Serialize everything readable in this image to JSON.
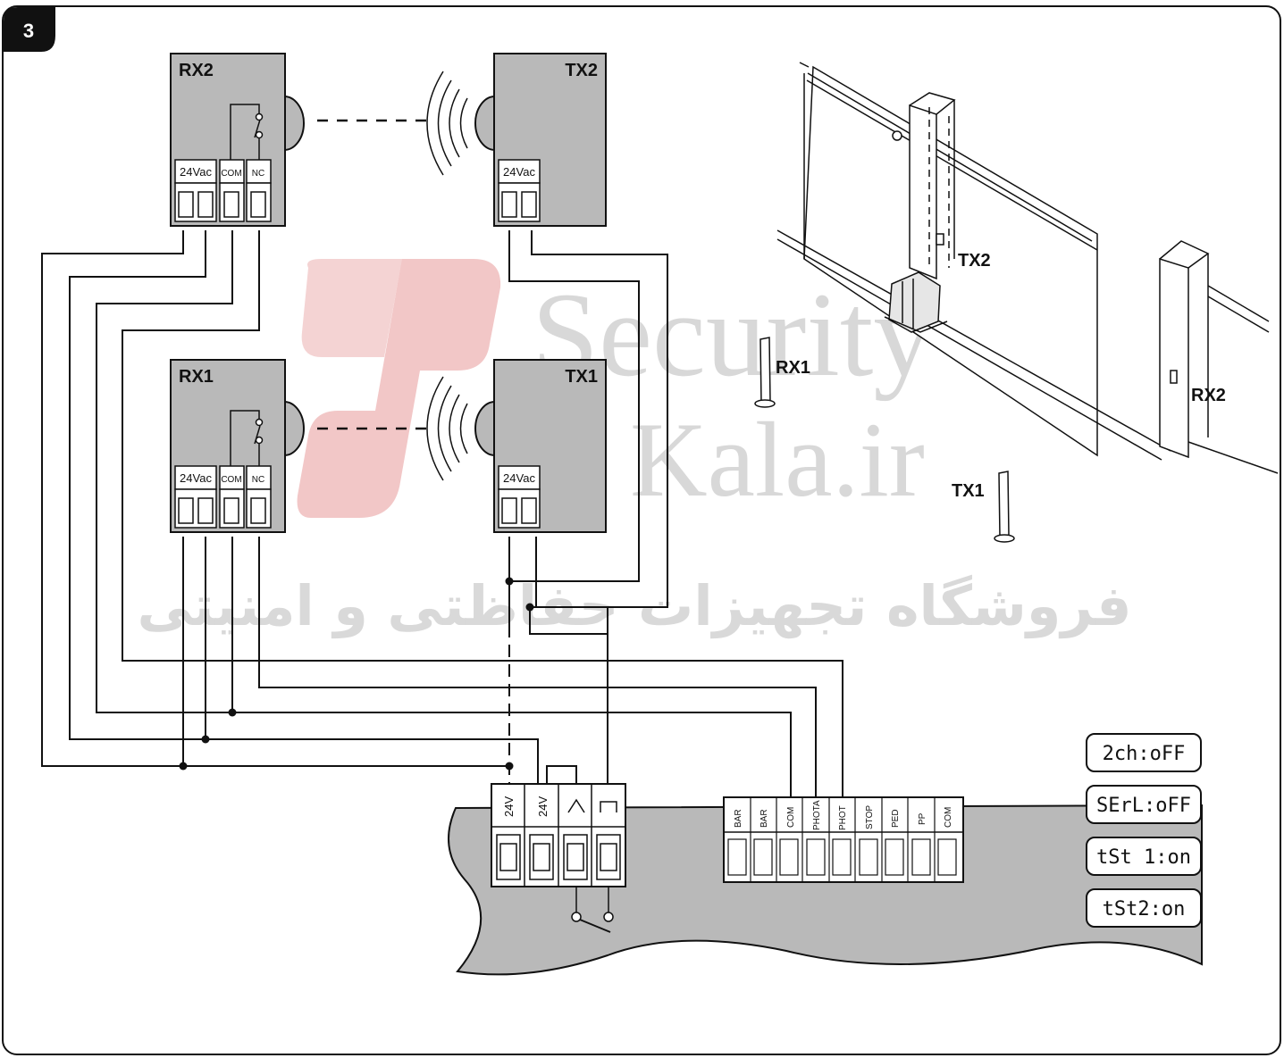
{
  "figure_number": "3",
  "devices": {
    "rx2": {
      "label": "RX2",
      "terminals": [
        "24Vac",
        "COM",
        "NC"
      ]
    },
    "tx2": {
      "label": "TX2",
      "terminals": [
        "24Vac"
      ]
    },
    "rx1": {
      "label": "RX1",
      "terminals": [
        "24Vac",
        "COM",
        "NC"
      ]
    },
    "tx1": {
      "label": "TX1",
      "terminals": [
        "24Vac"
      ]
    }
  },
  "controller": {
    "power_terminals": [
      "24V",
      "24V"
    ],
    "input_terminals": [
      "BAR",
      "BAR",
      "COM",
      "PHOTA",
      "PHOT",
      "STOP",
      "PED",
      "PP",
      "COM"
    ]
  },
  "scene_labels": {
    "tx2": "TX2",
    "rx1": "RX1",
    "rx2": "RX2",
    "tx1": "TX1"
  },
  "display_settings": [
    "2ch:oFF",
    "SErL:oFF",
    "tSt 1:on",
    "tSt2:on"
  ],
  "watermark": {
    "brand_line1": "Security",
    "brand_line2": "Kala.ir",
    "persian": "فروشگاه تجهیزات حفاظتی و امنیتی"
  },
  "colors": {
    "device_fill": "#b9b9b9",
    "watermark_red": "#f2c7c7",
    "line": "#111111"
  }
}
